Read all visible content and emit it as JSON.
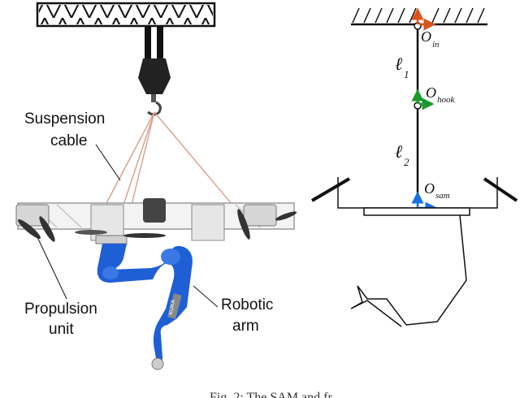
{
  "labels": {
    "suspension_line1": "Suspension",
    "suspension_line2": "cable",
    "propulsion_line1": "Propulsion",
    "propulsion_line2": "unit",
    "robotic_line1": "Robotic",
    "robotic_line2": "arm",
    "arm_brand": "KUKA"
  },
  "schematic": {
    "l1": "ℓ",
    "l1_sub": "1",
    "l2": "ℓ",
    "l2_sub": "2",
    "frame_in": "O",
    "frame_in_sub": "in",
    "frame_hook": "O",
    "frame_hook_sub": "hook",
    "frame_sam": "O",
    "frame_sam_sub": "sam"
  },
  "caption": "Fig. 2: The SAM and fr",
  "colors": {
    "cable": "#d9a58f",
    "arm_blue": "#1f5fd6",
    "axis_red": "#d9531e",
    "axis_green": "#1a9a2a",
    "axis_blue": "#1a6fe0"
  }
}
